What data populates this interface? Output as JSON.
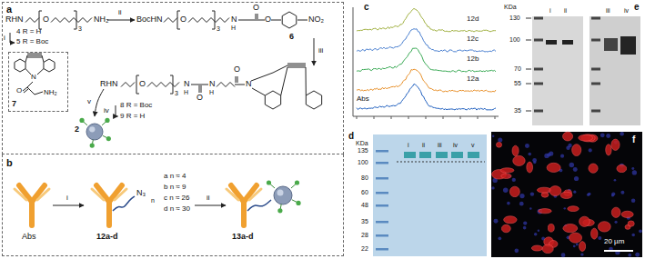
{
  "diagram": {
    "nodes": [
      {
        "text": [
          "a"
        ]
      },
      {
        "text": [
          "b"
        ]
      },
      {
        "text": [
          "7"
        ],
        "in": 0
      }
    ],
    "labels": [
      "RHN",
      "O",
      "3",
      "NH₂",
      "4 R = H",
      "i",
      "5 R = Boc",
      "ii",
      "BocHN",
      "O",
      "3",
      "N",
      "H",
      "O",
      "O",
      "NO₂",
      "6",
      "iii",
      "RHN",
      "O",
      "3",
      "N",
      "H",
      "O",
      "N",
      "H",
      "O",
      "N",
      "8 R = Boc",
      "iv",
      "9 R = H",
      "v",
      "N",
      "O",
      "NH₂",
      "2",
      "i",
      "N₃",
      "n",
      "Abs",
      "12a-d",
      "a n ≈ 4",
      "b n ≈ 9",
      "c n ≈ 26",
      "d n ≈ 30",
      "ii",
      "13a-d",
      "c",
      "12d",
      "12c",
      "12b",
      "12a",
      "Abs",
      "d",
      "KDa",
      "135",
      "100",
      "80",
      "60",
      "48",
      "35",
      "28",
      "22",
      "i",
      "ii",
      "iii",
      "iv",
      "v",
      "e",
      "KDa",
      "130",
      "100",
      "70",
      "55",
      "35",
      "i",
      "ii",
      "iii",
      "iv",
      "f",
      "20 µm"
    ]
  }
}
